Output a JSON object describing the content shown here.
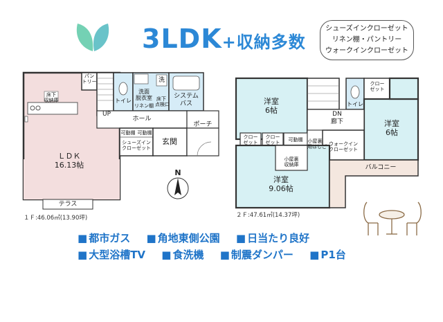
{
  "header": {
    "title": "3LDK",
    "title_suffix": "+収納多数",
    "storage_lines": [
      "シューズインクローゼット",
      "リネン棚・パントリー",
      "ウォークインクローゼット"
    ]
  },
  "floor1": {
    "area": "１Ｆ:46.06㎡(13.90坪)",
    "rooms": {
      "ldk": "ＬＤＫ",
      "ldk_size": "16.13帖",
      "pantry": "パン\nトリー",
      "yuka": "床下\n収納庫",
      "toilet": "トイレ",
      "washroom": "洗面\n脱衣室",
      "linen": "リネン棚",
      "laundry": "洗",
      "bath": "システム\nバス",
      "yuka2": "床下\n点検口",
      "hall": "ホール",
      "porch": "ポーチ",
      "movable1": "可動棚",
      "movable2": "可動棚",
      "shoes": "シューズイン\nクローゼット",
      "genkan": "玄関",
      "terrace": "テラス",
      "up": "UP"
    }
  },
  "floor2": {
    "area": "２Ｆ:47.61㎡(14.37坪)",
    "rooms": {
      "western1": "洋室\n6帖",
      "western2": "洋室\n6帖",
      "western3": "洋室\n9.06帖",
      "closet1": "クロー\nゼット",
      "closet2": "クロー\nゼット",
      "closet3": "クロー\nゼット",
      "movable3": "可動棚",
      "walkin": "ウォークイン\nクローゼット",
      "attic": "小屋裏\n収納庫",
      "hallway": "DN\n廊下",
      "toilet": "トイレ",
      "balcony": "バルコニー",
      "stair": "小屋裏\n用はしご"
    }
  },
  "compass": "N",
  "features": {
    "row1": [
      "都市ガス",
      "角地東側公園",
      "日当たり良好"
    ],
    "row2": [
      "大型浴槽TV",
      "食洗機",
      "制震ダンパー",
      "P1台"
    ]
  },
  "colors": {
    "accent": "#2c88d6",
    "ldk_fill": "#f3dede",
    "wet_fill": "#d6ecf7",
    "western_fill": "#d7f1f4",
    "balcony_fill": "#f4e7df",
    "leaf": "#5cc9a7"
  }
}
